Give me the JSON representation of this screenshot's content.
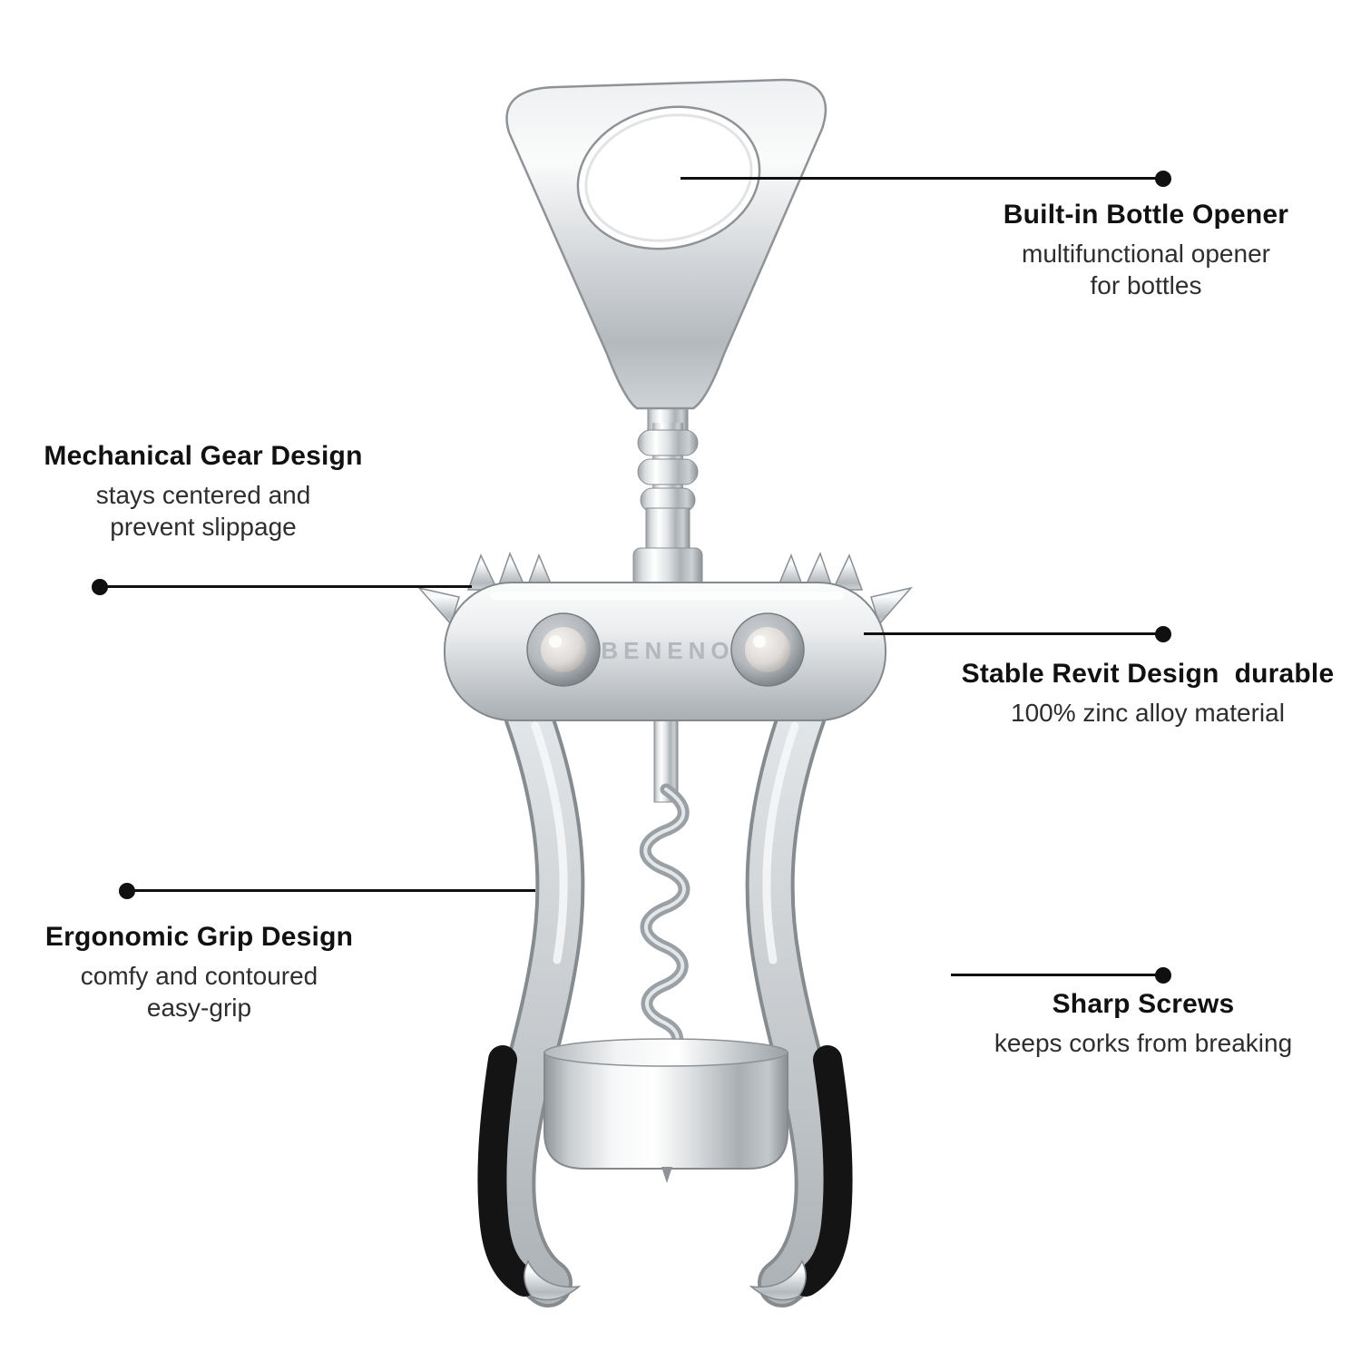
{
  "product": {
    "brand": "BENENO"
  },
  "callouts": [
    {
      "id": "bottle-opener",
      "title": "Built-in Bottle Opener",
      "lines": [
        "multifunctional opener",
        "for bottles"
      ]
    },
    {
      "id": "gear-design",
      "title": "Mechanical Gear Design",
      "lines": [
        "stays centered and",
        "prevent slippage"
      ]
    },
    {
      "id": "rivet-design",
      "title": "Stable Revit Design  durable",
      "lines": [
        "100% zinc alloy material"
      ]
    },
    {
      "id": "grip-design",
      "title": "Ergonomic Grip Design",
      "lines": [
        "comfy and contoured",
        "easy-grip"
      ]
    },
    {
      "id": "sharp-screws",
      "title": "Sharp Screws",
      "lines": [
        "keeps corks from breaking"
      ]
    }
  ],
  "colors": {
    "background": "#ffffff",
    "heading_text": "#111111",
    "body_text": "#2e2e2e",
    "callout_line": "#101010",
    "grip_black": "#141414",
    "brand_engraved": "#b4b8bc"
  }
}
